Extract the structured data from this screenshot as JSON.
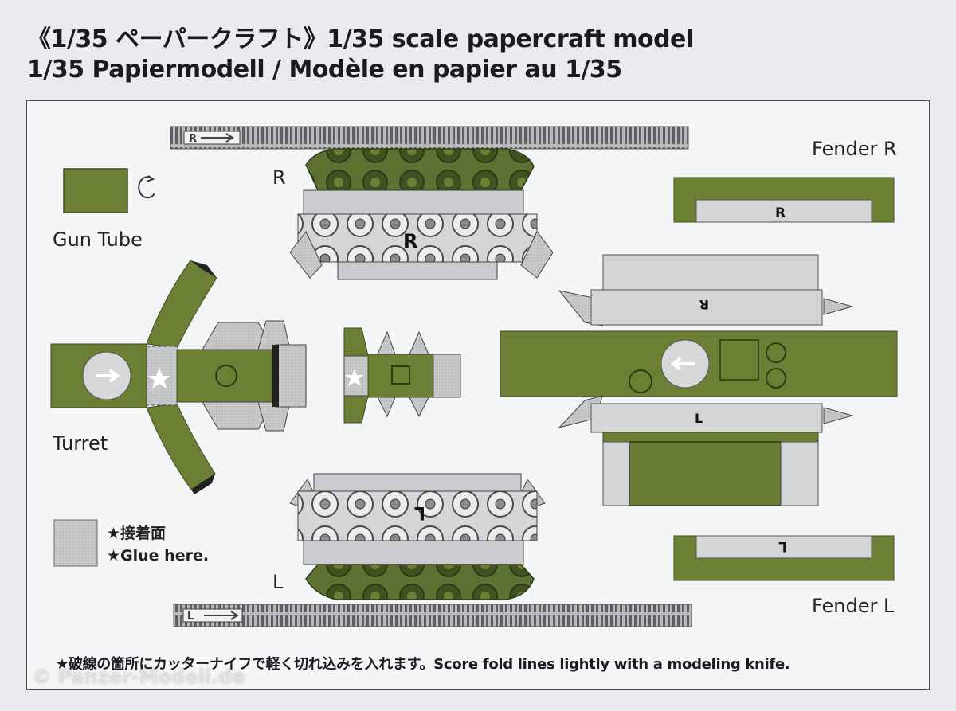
{
  "header": {
    "line1": "《1/35 ペーパークラフト》1/35 scale papercraft model",
    "line2": "1/35 Papiermodell / Modèle en papier au 1/35"
  },
  "labels": {
    "fender_r": "Fender R",
    "fender_l": "Fender L",
    "gun_tube": "Gun Tube",
    "turret": "Turret",
    "track_r": "R",
    "track_l": "L",
    "mark_r": "R",
    "mark_l": "L"
  },
  "legend": {
    "glue_jp": "★接着面",
    "glue_en": "★Glue here."
  },
  "footer": {
    "note": "★破線の箇所にカッターナイフで軽く切れ込みを入れます。Score fold lines lightly with a modeling knife."
  },
  "watermark": "© Panzer-Modell.de",
  "colors": {
    "olive": "#6b7f35",
    "olive_dark": "#4b5e25",
    "glue_grey": "#c9cacc",
    "line": "#3c3c3c"
  }
}
